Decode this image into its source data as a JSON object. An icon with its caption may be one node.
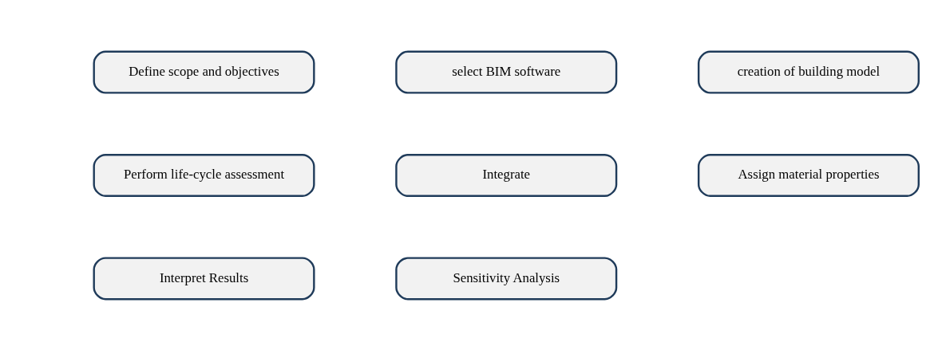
{
  "diagram": {
    "nodes": [
      {
        "text": [
          "Define scope and objectives"
        ]
      },
      {
        "text": [
          "select BIM software"
        ]
      },
      {
        "text": [
          "creation of building model"
        ]
      },
      {
        "text": [
          "Perform life-cycle assessment"
        ]
      },
      {
        "text": [
          "Integrate"
        ]
      },
      {
        "text": [
          "Assign material properties"
        ]
      },
      {
        "text": [
          "Interpret Results"
        ]
      },
      {
        "text": [
          "Sensitivity Analysis"
        ]
      }
    ]
  }
}
